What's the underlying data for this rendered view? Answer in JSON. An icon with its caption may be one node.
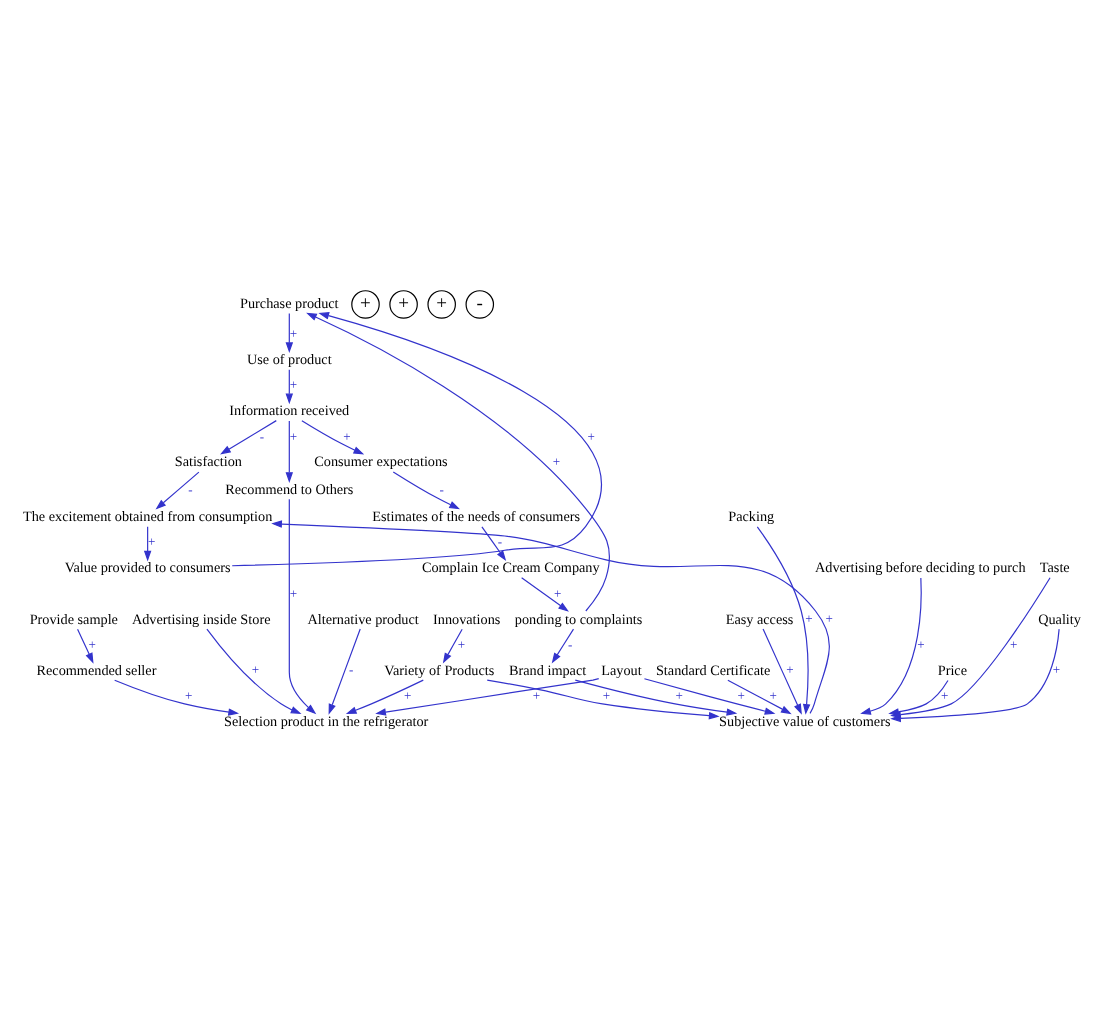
{
  "diagram": {
    "nodes": [
      {
        "text": [
          "Information received"
        ]
      },
      {
        "text": [
          "Use of product"
        ]
      },
      {
        "text": [
          "Purchase product"
        ]
      },
      {
        "text": [
          "Recommended seller"
        ]
      },
      {
        "text": [
          "Provide sample"
        ]
      },
      {
        "text": [
          "Consumer expectations"
        ]
      },
      {
        "text": [
          "Estimates of the needs of consumers"
        ]
      },
      {
        "text": [
          "Complain Ice Cream Company"
        ]
      },
      {
        "text": [
          "ponding to complaints"
        ]
      },
      {
        "text": [
          "Advertising inside Store"
        ]
      },
      {
        "text": [
          "Alternative product"
        ]
      },
      {
        "text": [
          "Innovations"
        ]
      },
      {
        "text": [
          "Variety of Products"
        ]
      },
      {
        "text": [
          "Selection product in the refrigerator"
        ]
      },
      {
        "text": [
          "Layout"
        ]
      },
      {
        "text": [
          "Recommend to Others"
        ]
      },
      {
        "text": [
          "The excitement obtained from consumption"
        ]
      },
      {
        "text": [
          "Value provided to consumers"
        ]
      },
      {
        "text": [
          "Satisfaction"
        ]
      },
      {
        "text": [
          "Standard Certificate"
        ]
      },
      {
        "text": [
          "Easy access"
        ]
      },
      {
        "text": [
          "Advertising before deciding to purch"
        ]
      },
      {
        "text": [
          "Subjective value of customers"
        ]
      },
      {
        "text": [
          "Brand impact"
        ]
      },
      {
        "text": [
          "Price"
        ]
      },
      {
        "text": [
          "Quality"
        ]
      },
      {
        "text": [
          "Taste"
        ]
      },
      {
        "text": [
          "Packing"
        ]
      },
      {
        "text": [
          "+"
        ]
      },
      {
        "text": [
          "+"
        ]
      },
      {
        "text": [
          "+"
        ]
      },
      {
        "text": [
          "-"
        ]
      }
    ],
    "edges": [
      {
        "from": 1,
        "to": 0,
        "arrow": "to",
        "label": "+"
      },
      {
        "from": 2,
        "to": 1,
        "arrow": "to",
        "label": "+"
      },
      {
        "from": 0,
        "to": 5,
        "arrow": "to",
        "label": "+"
      },
      {
        "from": 5,
        "to": 6,
        "arrow": "to",
        "label": "-"
      },
      {
        "from": 6,
        "to": 7,
        "arrow": "to",
        "label": "-"
      },
      {
        "from": 7,
        "to": 8,
        "arrow": "to",
        "label": "+"
      },
      {
        "from": 8,
        "to": 2,
        "arrow": "to",
        "label": "+"
      },
      {
        "from": 8,
        "to": 23,
        "arrow": "to",
        "label": "-"
      },
      {
        "from": 0,
        "to": 15,
        "arrow": "to",
        "label": "+"
      },
      {
        "from": 0,
        "to": 18,
        "arrow": "to",
        "label": "-"
      },
      {
        "from": 15,
        "to": 13,
        "arrow": "to",
        "label": "+"
      },
      {
        "from": 4,
        "to": 3,
        "arrow": "to",
        "label": "+"
      },
      {
        "from": 3,
        "to": 13,
        "arrow": "to",
        "label": "+"
      },
      {
        "from": 17,
        "to": 2,
        "arrow": "to",
        "label": "+"
      },
      {
        "from": 9,
        "to": 13,
        "arrow": "to",
        "label": "+"
      },
      {
        "from": 14,
        "to": 13,
        "arrow": "to",
        "label": "+"
      },
      {
        "from": 10,
        "to": 13,
        "arrow": "to",
        "label": "-"
      },
      {
        "from": 11,
        "to": 12,
        "arrow": "to",
        "label": "+"
      },
      {
        "from": 12,
        "to": 13,
        "arrow": "to",
        "label": "+"
      },
      {
        "from": 18,
        "to": 16,
        "arrow": "to",
        "label": "-"
      },
      {
        "from": 16,
        "to": 17,
        "arrow": "to",
        "label": "+"
      },
      {
        "from": 22,
        "to": 16,
        "arrow": "to",
        "label": "+"
      },
      {
        "from": 14,
        "to": 22,
        "arrow": "to",
        "label": "+"
      },
      {
        "from": 12,
        "to": 22,
        "arrow": "to",
        "label": "+"
      },
      {
        "from": 23,
        "to": 22,
        "arrow": "to",
        "label": "+"
      },
      {
        "from": 19,
        "to": 22,
        "arrow": "to",
        "label": "+"
      },
      {
        "from": 20,
        "to": 22,
        "arrow": "to",
        "label": "+"
      },
      {
        "from": 21,
        "to": 22,
        "arrow": "to",
        "label": "+"
      },
      {
        "from": 24,
        "to": 22,
        "arrow": "to",
        "label": "+"
      },
      {
        "from": 25,
        "to": 22,
        "arrow": "to",
        "label": "+"
      },
      {
        "from": 26,
        "to": 22,
        "arrow": "to",
        "label": "+"
      },
      {
        "from": 27,
        "to": 22,
        "arrow": "to",
        "label": "+"
      }
    ]
  }
}
